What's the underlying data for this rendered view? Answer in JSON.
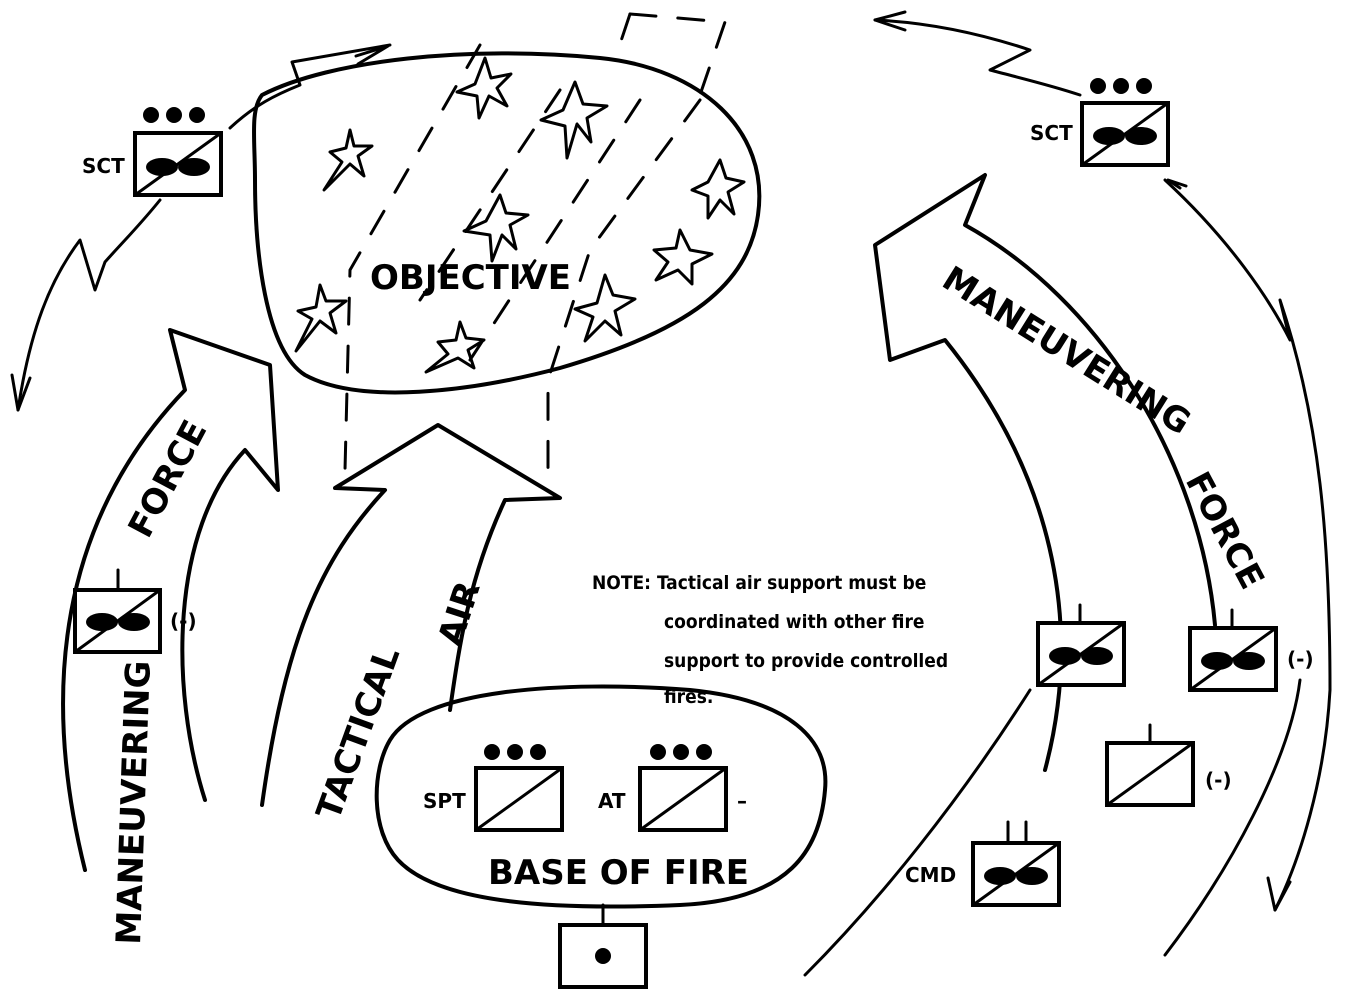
{
  "labels": {
    "objective": "OBJECTIVE",
    "base_of_fire": "BASE OF FIRE",
    "tactical": "TACTICAL",
    "air": "AIR",
    "left_maneuvering": "MANEUVERING",
    "left_force": "FORCE",
    "right_maneuvering": "MANEUVERING",
    "right_force": "FORCE"
  },
  "units": {
    "sct_left": "SCT",
    "sct_right": "SCT",
    "spt": "SPT",
    "at": "AT",
    "cmd": "CMD",
    "reduced_left": "(-)",
    "reduced_right_1": "(-)",
    "reduced_right_2": "(-)",
    "at_suffix": "–"
  },
  "note": {
    "line1": "NOTE: Tactical air support must be",
    "line2": "coordinated with other fire",
    "line3": "support to provide controlled",
    "line4": "fires."
  }
}
